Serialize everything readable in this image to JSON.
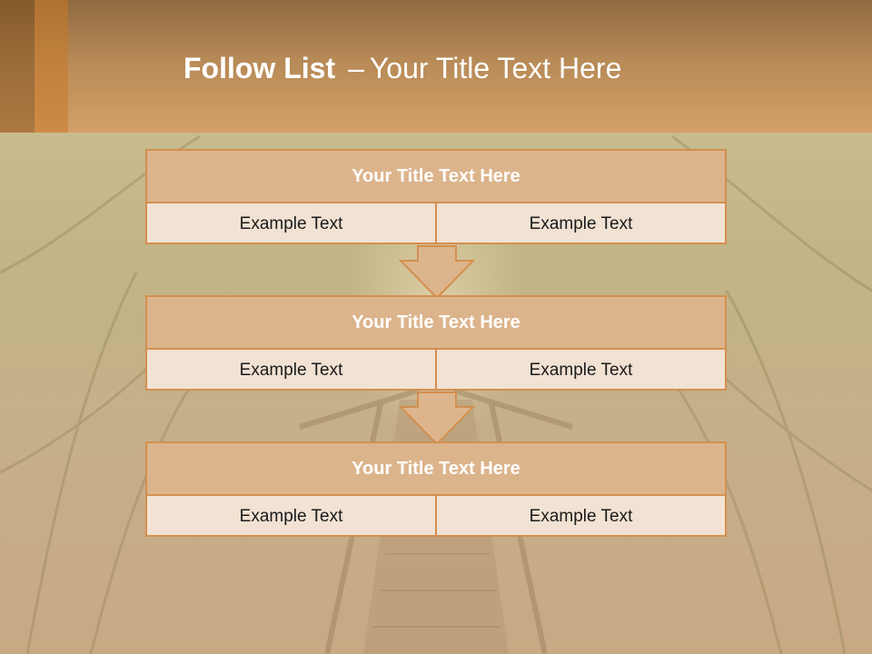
{
  "slide": {
    "title_bold": "Follow List",
    "title_separator": "–",
    "title_rest": "Your Title Text Here"
  },
  "steps": [
    {
      "title": "Your Title Text Here",
      "left_text": "Example Text",
      "right_text": "Example Text"
    },
    {
      "title": "Your Title Text Here",
      "left_text": "Example Text",
      "right_text": "Example Text"
    },
    {
      "title": "Your Title Text Here",
      "left_text": "Example Text",
      "right_text": "Example Text"
    }
  ],
  "colors": {
    "header": "#c1915c",
    "box_border": "#d38f4f",
    "box_header": "#dcb48c",
    "box_body": "#f1e2d3",
    "arrow_fill": "#ddb58d"
  }
}
